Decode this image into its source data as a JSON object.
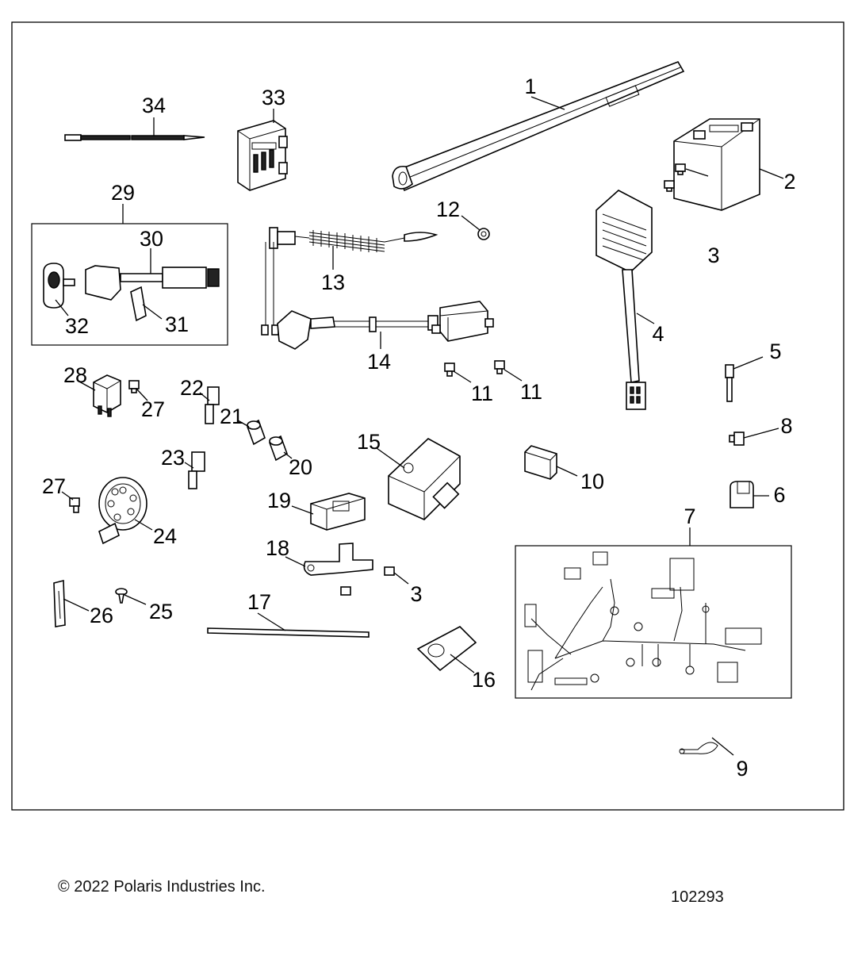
{
  "labels": {
    "n1": "1",
    "n2": "2",
    "n3a": "3",
    "n3b": "3",
    "n4": "4",
    "n5": "5",
    "n6": "6",
    "n7": "7",
    "n8": "8",
    "n9": "9",
    "n10": "10",
    "n11a": "11",
    "n11b": "11",
    "n12": "12",
    "n13": "13",
    "n14": "14",
    "n15": "15",
    "n16": "16",
    "n17": "17",
    "n18": "18",
    "n19": "19",
    "n20": "20",
    "n21": "21",
    "n22": "22",
    "n23": "23",
    "n24": "24",
    "n25": "25",
    "n26": "26",
    "n27a": "27",
    "n27b": "27",
    "n28": "28",
    "n29": "29",
    "n30": "30",
    "n31": "31",
    "n32": "32",
    "n33": "33",
    "n34": "34"
  },
  "footer": {
    "copyright": "© 2022 Polaris Industries Inc.",
    "diagram_id": "102293"
  }
}
